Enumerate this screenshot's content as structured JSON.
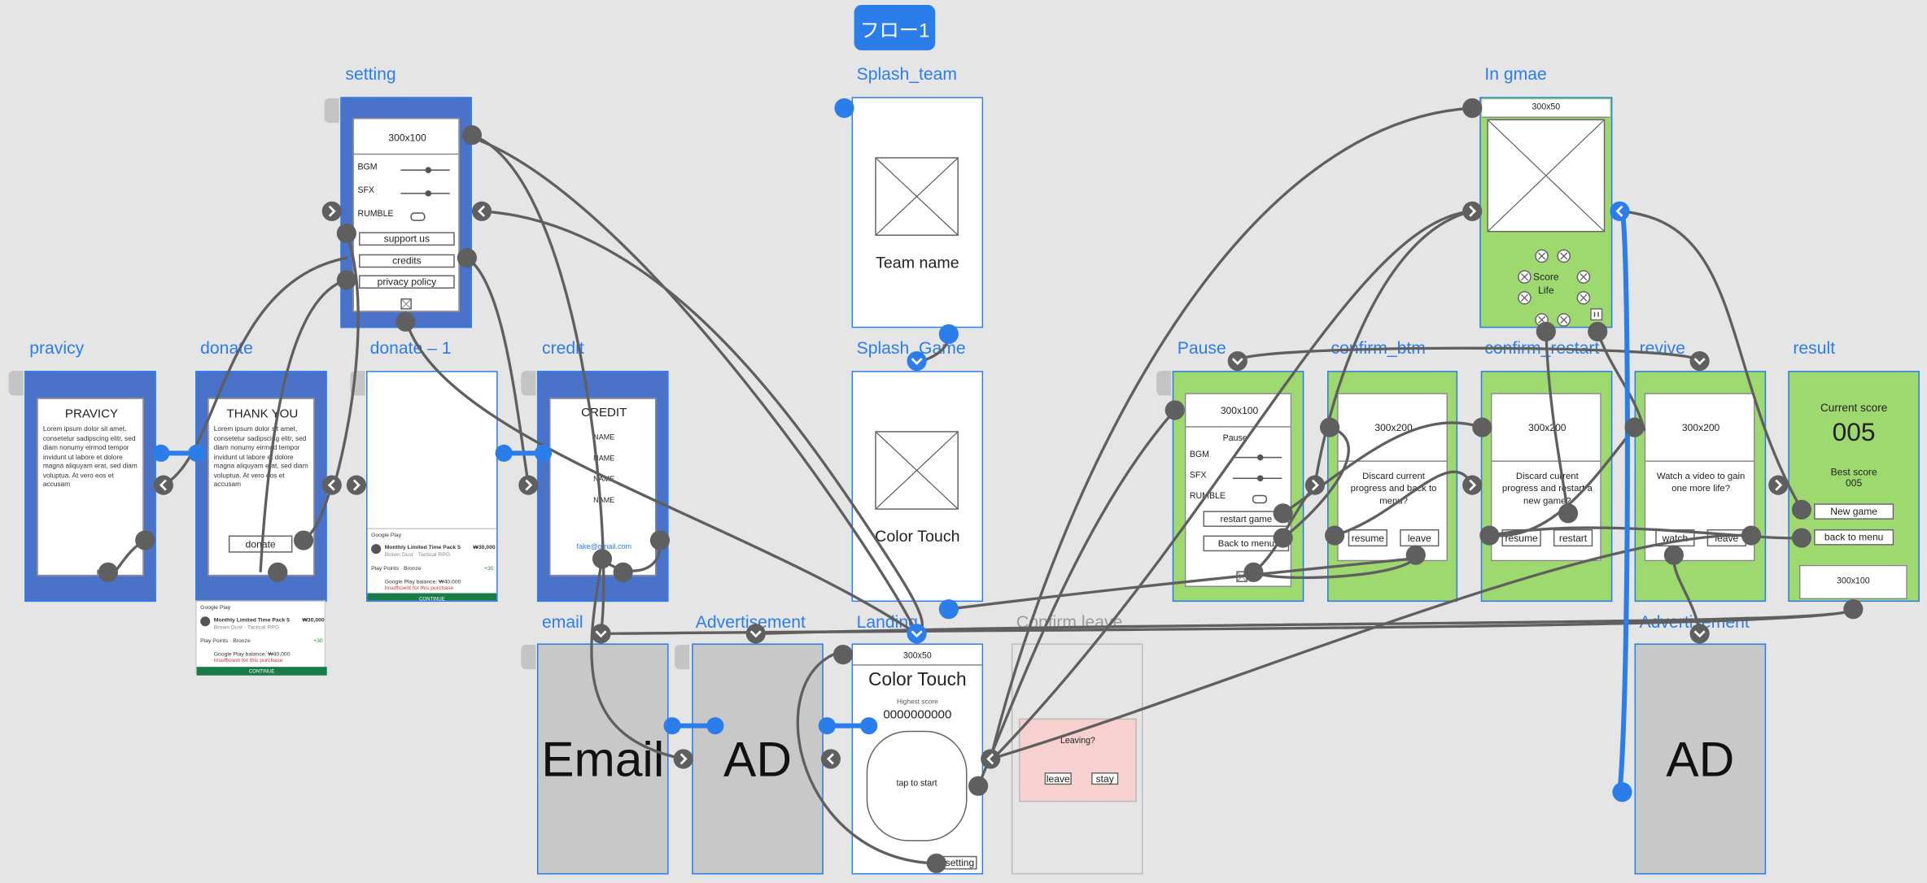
{
  "flow_label": "フロー1",
  "screens": {
    "setting": {
      "title": "setting",
      "size": "300x100",
      "bgm": "BGM",
      "sfx": "SFX",
      "rumble": "RUMBLE",
      "support": "support us",
      "credits": "credits",
      "privacy": "privacy policy"
    },
    "pravicy": {
      "title": "pravicy",
      "heading": "PRAVICY",
      "body": "Lorem ipsum dolor sit amet, consetetur sadipscing elitr, sed diam nonumy eirmod tempor invidunt ut labore et dolore magna aliquyam erat, sed diam voluptua. At vero eos et accusam"
    },
    "donate": {
      "title": "donate",
      "heading": "THANK YOU",
      "body": "Lorem ipsum dolor sit amet, consetetur sadipscing elitr, sed diam nonumy eirmod tempor invidunt ut labore et dolore magna aliquyam erat, sed diam voluptua. At vero eos et accusam",
      "button": "donate"
    },
    "donate1": {
      "title": "donate – 1"
    },
    "credit": {
      "title": "credit",
      "heading": "CREDIT",
      "name_label": "NAME",
      "email": "fake@gmail.com"
    },
    "email": {
      "title": "email",
      "big": "Email"
    },
    "ad1": {
      "title": "Advertisement",
      "big": "AD"
    },
    "splash_team": {
      "title": "Splash_team",
      "text": "Team name"
    },
    "splash_game": {
      "title": "Splash_Game",
      "text": "Color Touch"
    },
    "landing": {
      "title": "Landing",
      "size": "300x50",
      "app": "Color Touch",
      "highest": "Highest score",
      "score": "0000000000",
      "tap": "tap to start",
      "setting": "setting"
    },
    "confirm_leave": {
      "title": "Confirm leave",
      "question": "Leaving?",
      "leave": "leave",
      "stay": "stay"
    },
    "in_game": {
      "title": "In gmae",
      "size": "300x50",
      "score": "Score",
      "life": "Life"
    },
    "pause": {
      "title": "Pause",
      "size": "300x100",
      "label": "Pause",
      "bgm": "BGM",
      "sfx": "SFX",
      "rumble": "RUMBLE",
      "restart": "restart game",
      "back": "Back to menu"
    },
    "confirm_btm": {
      "title": "confirm_btm",
      "size": "300x200",
      "message": "Discard current progress and back to menu?",
      "resume": "resume",
      "leave": "leave"
    },
    "confirm_restart": {
      "title": "confirm_restart",
      "size": "300x200",
      "message": "Discard current progress and restart a new game?",
      "resume": "resume",
      "restart": "restart"
    },
    "revive": {
      "title": "revive",
      "size": "300x200",
      "message": "Watch a video to gain one more life?",
      "watch": "watch",
      "leave": "leave"
    },
    "result": {
      "title": "result",
      "current": "Current score",
      "score": "005",
      "best": "Best score",
      "best_score": "005",
      "new_game": "New game",
      "back": "back to menu",
      "size": "300x100"
    },
    "ad2": {
      "title": "Advertisement",
      "big": "AD"
    }
  },
  "google_play": {
    "header": "Google Play",
    "item": "Monthly Limited Time Pack 5",
    "sub": "Brown Dust · Tactical RPG",
    "price": "₩30,000",
    "points": "Play Points · Bronze",
    "points_val": "+30",
    "balance": "Google Play balance: ₩40,000",
    "balance_warn": "Insufficient for this purchase",
    "continue": "CONTINUE"
  },
  "colors": {
    "accent": "#2b7de9",
    "wire": "#5f5f5f",
    "blue_frame": "#4a72c9",
    "green_frame": "#9ed96f",
    "gray_frame": "#c8c8c8",
    "leave_dialog": "#f7d0d0"
  }
}
